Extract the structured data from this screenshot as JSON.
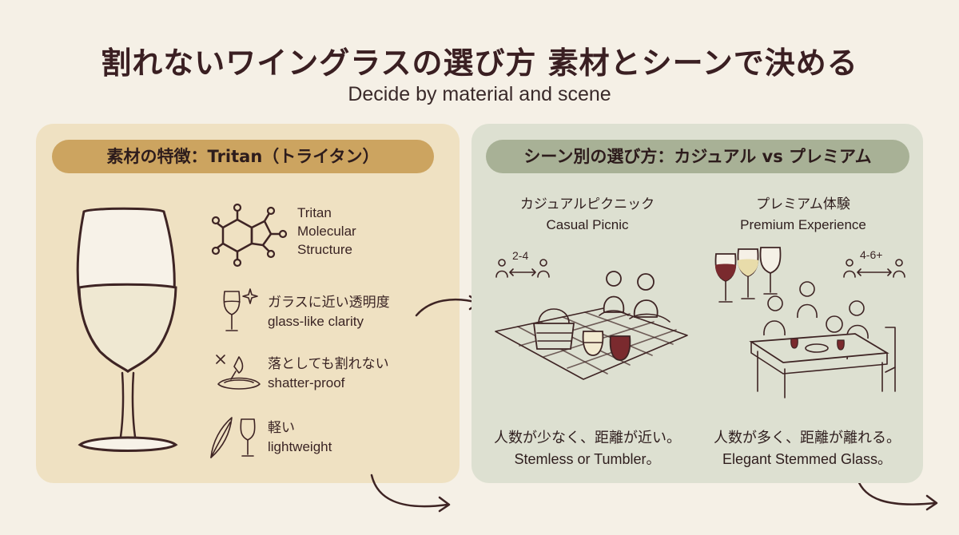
{
  "header": {
    "title": "割れないワイングラスの選び方 素材とシーンで決める",
    "subtitle": "Decide by material and scene"
  },
  "left_panel": {
    "heading": "素材の特徴：Tritan（トライタン）",
    "molecule_label": [
      "Tritan",
      "Molecular",
      "Structure"
    ],
    "features": [
      {
        "jp": "ガラスに近い透明度",
        "en": "glass-like clarity",
        "icon": "wine-glass-sparkle-icon"
      },
      {
        "jp": "落としても割れない",
        "en": "shatter-proof",
        "icon": "dropped-glass-icon"
      },
      {
        "jp": "軽い",
        "en": "lightweight",
        "icon": "feather-glass-icon"
      }
    ]
  },
  "right_panel": {
    "heading": "シーン別の選び方：カジュアル vs プレミアム",
    "casual": {
      "title_jp": "カジュアルピクニック",
      "title_en": "Casual Picnic",
      "people_count": "2-4",
      "desc_jp": "人数が少なく、距離が近い。",
      "desc_en": "Stemless or Tumbler。"
    },
    "premium": {
      "title_jp": "プレミアム体験",
      "title_en": "Premium Experience",
      "people_count": "4-6+",
      "desc_jp": "人数が多く、距離が離れる。",
      "desc_en": "Elegant Stemmed Glass。"
    }
  },
  "colors": {
    "background": "#f5f0e6",
    "left_panel": "#efe1c2",
    "left_pill": "#cca460",
    "right_panel": "#dde0d1",
    "right_pill": "#a8b196",
    "ink": "#3e2424",
    "wine_red": "#7a2a2e",
    "white_wine": "#e8dcaa"
  }
}
